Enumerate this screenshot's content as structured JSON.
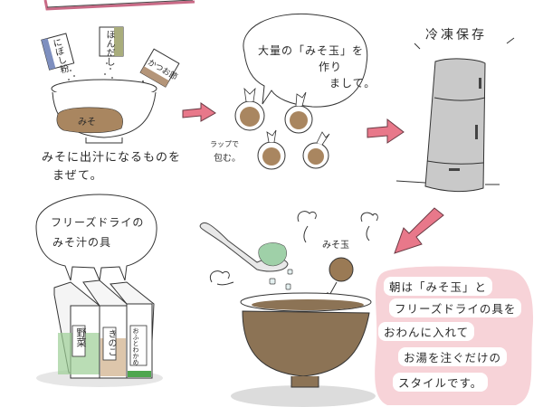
{
  "colors": {
    "arrow_pink": "#e8788a",
    "arrow_outline": "#6a3a44",
    "miso_brown": "#a98660",
    "soup_brown": "#8c7355",
    "fridge_gray": "#c9c9c9",
    "note_pink": "#f7d3d8",
    "label_blue": "#7e8fbf",
    "label_olive": "#a9ad7c",
    "label_brown": "#b49579",
    "veg_green": "#8cc48c",
    "frame_pink": "#c96a86"
  },
  "step1": {
    "packets": [
      {
        "label": "にぼし粉",
        "icon": "niboshi-packet-icon"
      },
      {
        "label": "ほんだし",
        "icon": "hondashi-packet-icon"
      },
      {
        "label": "かつお節",
        "icon": "katsuobushi-packet-icon"
      }
    ],
    "bowl_label": "みそ",
    "caption_line1": "みそに出汁になるものを",
    "caption_line2": "まぜて。"
  },
  "step2": {
    "bubble_line1": "大量の「みそ玉」を",
    "bubble_line2": "作り",
    "bubble_line3": "まして。",
    "wrap_line1": "ラップで",
    "wrap_line2": "包む。"
  },
  "step3": {
    "title": "冷凍保存"
  },
  "step4": {
    "bubble_line1": "フリーズドライの",
    "bubble_line2": "みそ汁の具",
    "boxes": [
      {
        "label": "野菜",
        "icon": "vegetable-box-icon"
      },
      {
        "label": "きのこ",
        "icon": "mushroom-box-icon"
      },
      {
        "label": "おふとわかめ",
        "icon": "fu-wakame-box-icon"
      }
    ]
  },
  "step5": {
    "misoball_label": "みそ玉",
    "note_lines": [
      "朝は「みそ玉」と",
      "フリーズドライの具を",
      "おわんに入れて",
      "お湯を注ぐだけの",
      "スタイルです。"
    ]
  }
}
